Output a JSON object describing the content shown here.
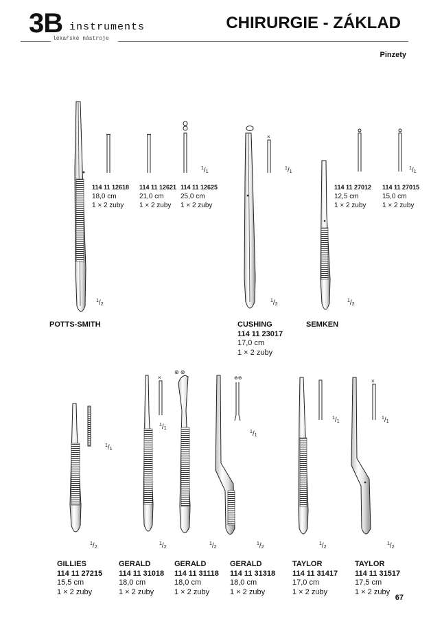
{
  "header": {
    "logo_main": "3B",
    "logo_word": "instruments",
    "logo_sub": "lékařské nástroje",
    "title": "CHIRURGIE - ZÁKLAD",
    "section": "Pinzety"
  },
  "scale": {
    "num": "1",
    "den1": "1",
    "den2": "2"
  },
  "products": {
    "potts": [
      {
        "code": "114 11 12618",
        "length": "18,0 cm",
        "teeth": "1 × 2 zuby"
      },
      {
        "code": "114 11 12621",
        "length": "21,0 cm",
        "teeth": "1 × 2 zuby"
      },
      {
        "code": "114 11 12625",
        "length": "25,0 cm",
        "teeth": "1 × 2 zuby"
      }
    ],
    "semken": [
      {
        "code": "114 11 27012",
        "length": "12,5 cm",
        "teeth": "1 × 2 zuby"
      },
      {
        "code": "114 11 27015",
        "length": "15,0 cm",
        "teeth": "1 × 2 zuby"
      }
    ]
  },
  "labels": {
    "potts": "POTTS-SMITH",
    "cushing": {
      "name": "CUSHING",
      "code": "114 11 23017",
      "length": "17,0 cm",
      "teeth": "1 × 2 zuby"
    },
    "semken": "SEMKEN"
  },
  "bottom": [
    {
      "name": "GILLIES",
      "code": "114 11 27215",
      "length": "15,5 cm",
      "teeth": "1 × 2 zuby"
    },
    {
      "name": "GERALD",
      "code": "114 11 31018",
      "length": "18,0 cm",
      "teeth": "1 × 2 zuby"
    },
    {
      "name": "GERALD",
      "code": "114 11 31118",
      "length": "18,0 cm",
      "teeth": "1 × 2 zuby"
    },
    {
      "name": "GERALD",
      "code": "114 11 31318",
      "length": "18,0 cm",
      "teeth": "1 × 2 zuby"
    },
    {
      "name": "TAYLOR",
      "code": "114 11 31417",
      "length": "17,0 cm",
      "teeth": "1 × 2 zuby"
    },
    {
      "name": "TAYLOR",
      "code": "114 11 31517",
      "length": "17,5 cm",
      "teeth": "1 × 2 zuby"
    }
  ],
  "page_number": "67"
}
